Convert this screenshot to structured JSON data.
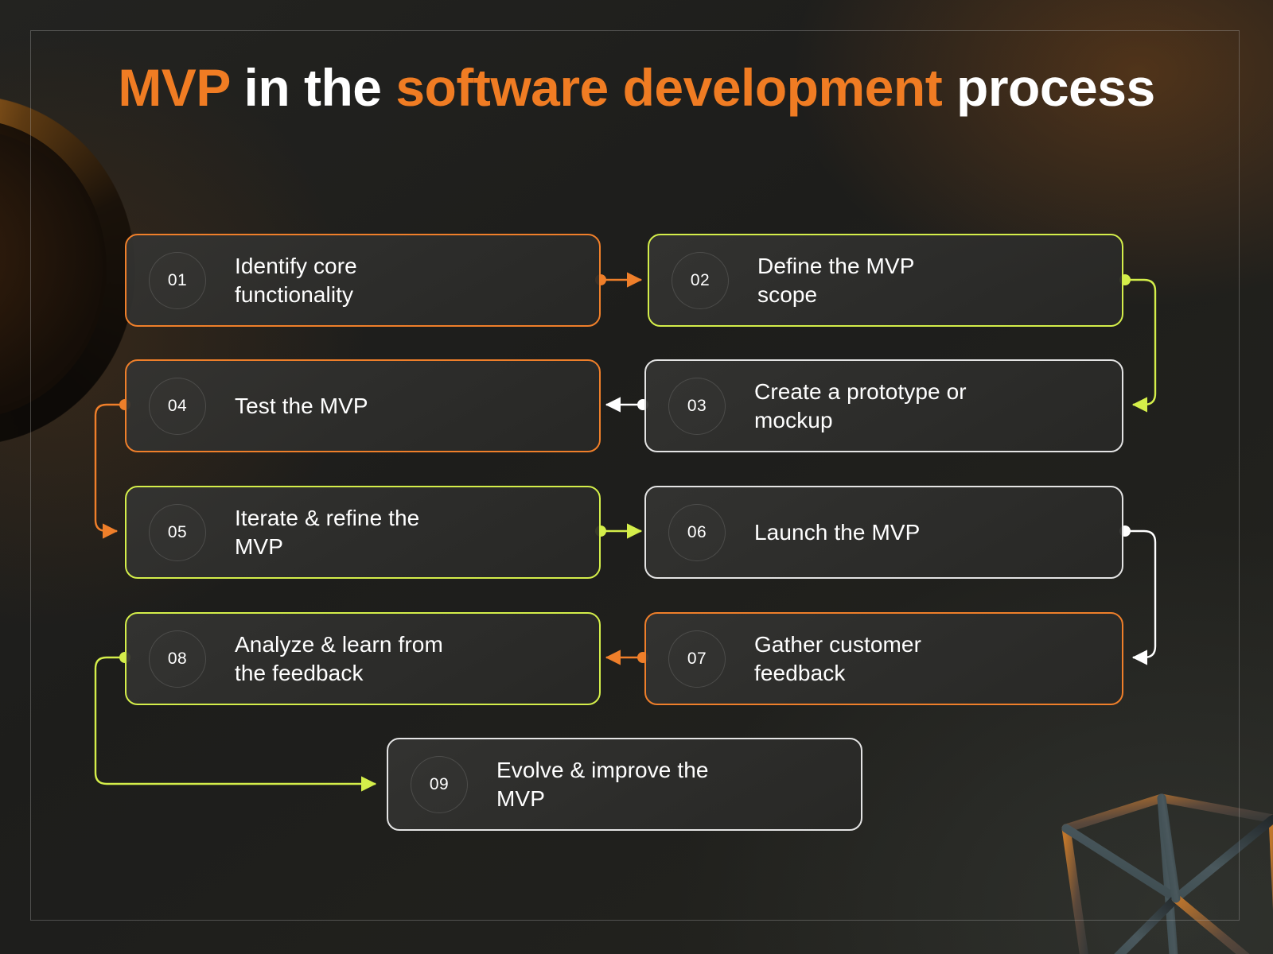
{
  "slide": {
    "title_parts": [
      {
        "text": "MVP",
        "color": "orange"
      },
      {
        "text": " in the ",
        "color": "white"
      },
      {
        "text": "software development",
        "color": "orange"
      },
      {
        "text": " process",
        "color": "white"
      }
    ],
    "title_plain": "MVP in the software development process",
    "colors": {
      "accent_orange": "#ef7f2a",
      "accent_lime": "#d4ee4a",
      "accent_white": "#e4e4e4",
      "background": "#1f1f1d",
      "box_fill": "#343432",
      "text": "#ffffff"
    }
  },
  "steps": [
    {
      "number": "01",
      "label": "Identify core\nfunctionality",
      "accent": "orange"
    },
    {
      "number": "02",
      "label": "Define the MVP\nscope",
      "accent": "lime"
    },
    {
      "number": "03",
      "label": "Create a prototype or\nmockup",
      "accent": "white"
    },
    {
      "number": "04",
      "label": "Test the MVP",
      "accent": "orange"
    },
    {
      "number": "05",
      "label": "Iterate & refine the\nMVP",
      "accent": "lime"
    },
    {
      "number": "06",
      "label": "Launch the MVP",
      "accent": "white"
    },
    {
      "number": "07",
      "label": "Gather customer\nfeedback",
      "accent": "orange"
    },
    {
      "number": "08",
      "label": "Analyze & learn from\nthe feedback",
      "accent": "lime"
    },
    {
      "number": "09",
      "label": "Evolve & improve the\nMVP",
      "accent": "white"
    }
  ],
  "connectors": [
    {
      "from": "01",
      "to": "02",
      "color": "orange"
    },
    {
      "from": "02",
      "to": "03",
      "color": "lime"
    },
    {
      "from": "03",
      "to": "04",
      "color": "white"
    },
    {
      "from": "04",
      "to": "05",
      "color": "orange"
    },
    {
      "from": "05",
      "to": "06",
      "color": "lime"
    },
    {
      "from": "06",
      "to": "07",
      "color": "white"
    },
    {
      "from": "07",
      "to": "08",
      "color": "orange"
    },
    {
      "from": "08",
      "to": "09",
      "color": "lime"
    }
  ]
}
